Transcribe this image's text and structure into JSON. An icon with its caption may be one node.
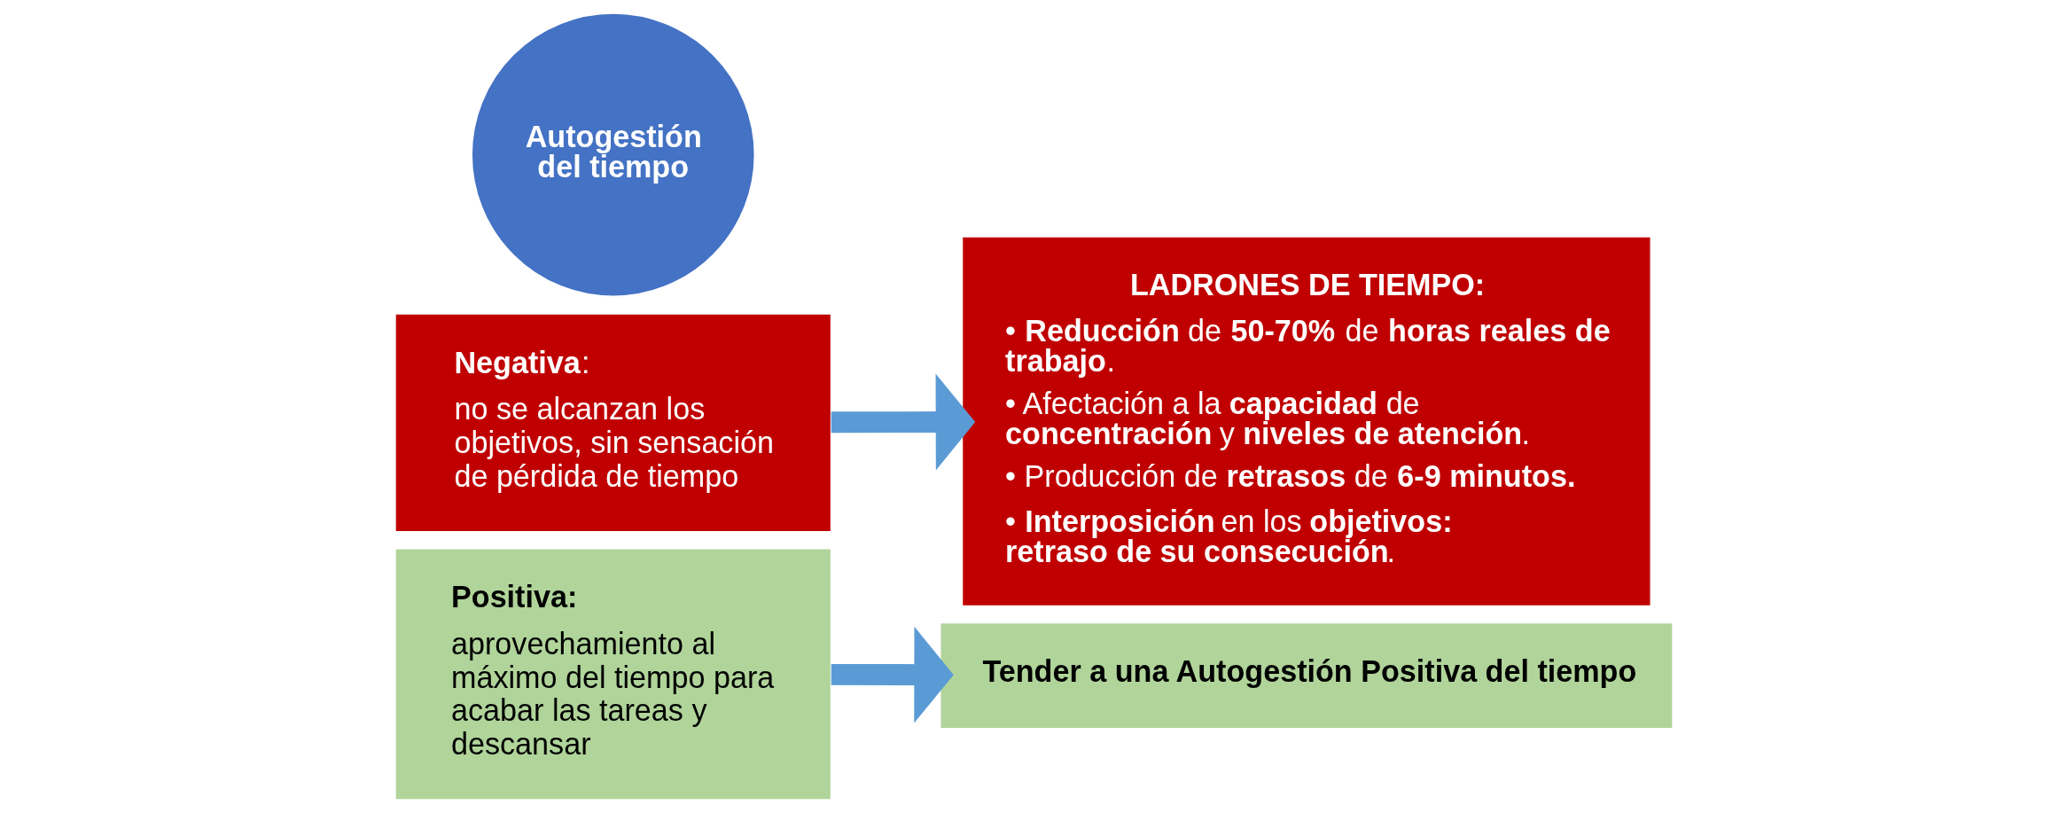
{
  "diagram": {
    "nodes": [
      {
        "text": [
          "Autogestión del tiempo"
        ]
      },
      {
        "text": [
          "**Negativa**:",
          "no se alcanzan los objetivos, sin sensación de pérdida de tiempo"
        ]
      },
      {
        "text": [
          "Positiva:",
          "aprovechamiento al máximo del tiempo para acabar las tareas y descansar"
        ]
      },
      {
        "text": [
          "LADRONES DE TIEMPO:",
          "• **Reducción** de **50-70%** de **horas reales de trabajo**.",
          "• Afectación a la **capacidad** de **concentración** y **niveles de atención**.",
          "• Producción de **retrasos** de **6-9 minutos.**",
          "• **Interposición** en los **objetivos: retraso de su consecución**."
        ]
      },
      {
        "text": [
          "Tender a una Autogestión Positiva del tiempo"
        ]
      }
    ],
    "edges": [
      {
        "from": 1,
        "to": 3,
        "arrow": "to"
      },
      {
        "from": 2,
        "to": 4,
        "arrow": "to"
      }
    ]
  }
}
